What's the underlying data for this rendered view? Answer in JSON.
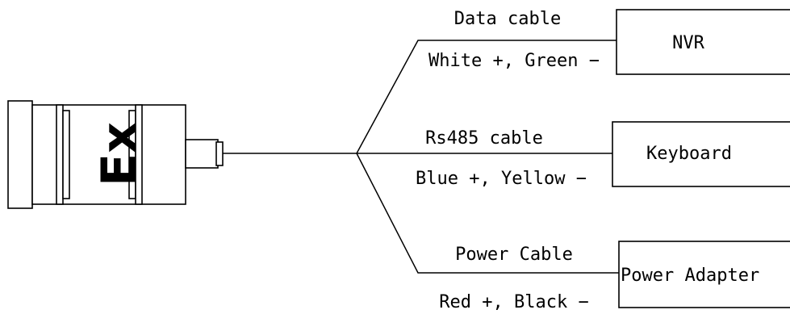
{
  "camera": {
    "marking": "Ex"
  },
  "branches": [
    {
      "cable_label": "Data cable",
      "wiring_label": "White +, Green −",
      "device_label": "NVR"
    },
    {
      "cable_label": "Rs485 cable",
      "wiring_label": "Blue +, Yellow −",
      "device_label": "Keyboard"
    },
    {
      "cable_label": "Power Cable",
      "wiring_label": "Red +, Black −",
      "device_label": "Power Adapter"
    }
  ]
}
